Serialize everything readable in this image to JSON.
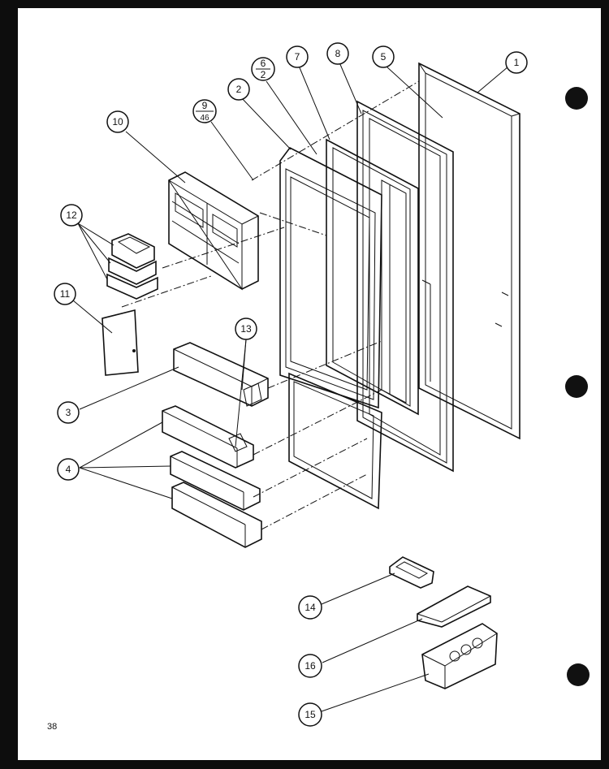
{
  "diagram": {
    "page_number": "38",
    "callouts": [
      {
        "id": "c1",
        "label": "1"
      },
      {
        "id": "c2",
        "label": "2"
      },
      {
        "id": "c3",
        "label": "3"
      },
      {
        "id": "c4",
        "label": "4"
      },
      {
        "id": "c5",
        "label": "5"
      },
      {
        "id": "c6",
        "label": "6",
        "sub": "2"
      },
      {
        "id": "c7",
        "label": "7"
      },
      {
        "id": "c8",
        "label": "8"
      },
      {
        "id": "c9",
        "label": "9",
        "sub": "46"
      },
      {
        "id": "c10",
        "label": "10"
      },
      {
        "id": "c11",
        "label": "11"
      },
      {
        "id": "c12",
        "label": "12"
      },
      {
        "id": "c13",
        "label": "13"
      },
      {
        "id": "c14",
        "label": "14"
      },
      {
        "id": "c15",
        "label": "15"
      },
      {
        "id": "c16",
        "label": "16"
      }
    ]
  }
}
